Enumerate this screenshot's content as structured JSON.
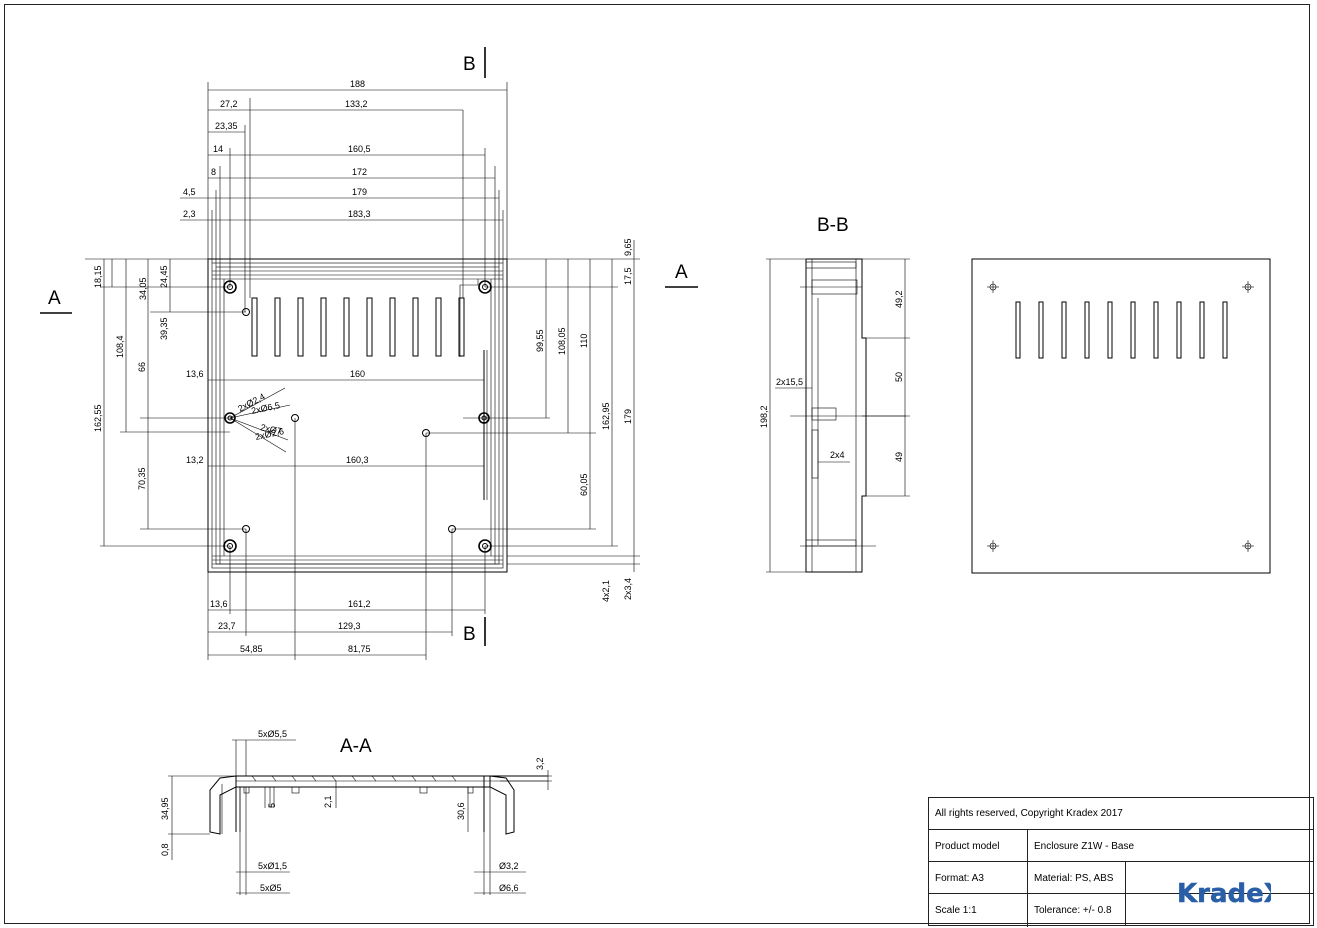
{
  "views": {
    "top": {
      "section_a_label": "A",
      "section_b_label": "B",
      "dims_top": [
        "188",
        "27,2",
        "133,2",
        "23,35",
        "14",
        "160,5",
        "8",
        "172",
        "4,5",
        "179",
        "2,3",
        "183,3"
      ],
      "dims_left": [
        "18,15",
        "34,05",
        "24,45",
        "39,35",
        "108,4",
        "66",
        "162,55",
        "70,35"
      ],
      "dims_right": [
        "9,65",
        "17,5",
        "99,55",
        "108,05",
        "110",
        "162,95",
        "179",
        "60,05",
        "4x2,1",
        "2x3,4"
      ],
      "dims_mid": [
        "13,6",
        "160",
        "2xØ2,4",
        "2xØ6,5",
        "2xØ7",
        "2xØ2,6",
        "13,2",
        "160,3"
      ],
      "dims_bottom": [
        "13,6",
        "161,2",
        "23,7",
        "129,3",
        "54,85",
        "81,75"
      ]
    },
    "section_bb": {
      "title": "B-B",
      "dims": [
        "198,2",
        "49,2",
        "50",
        "49",
        "2x15,5",
        "2x4"
      ]
    },
    "section_aa": {
      "title": "A-A",
      "dims": [
        "5xØ5,5",
        "3,2",
        "34,95",
        "0,8",
        "5",
        "2,1",
        "30,6",
        "5xØ1,5",
        "5xØ5",
        "Ø3,2",
        "Ø6,6"
      ]
    }
  },
  "title_block": {
    "copyright": "All rights reserved, Copyright Kradex 2017",
    "product_model_label": "Product model",
    "product_model_value": "Enclosure Z1W - Base",
    "format": "Format: A3",
    "material": "Material: PS, ABS",
    "scale": "Scale 1:1",
    "tolerance": "Tolerance: +/- 0.8",
    "logo_text": "KradeX",
    "logo_color": "#2a5fa8"
  }
}
